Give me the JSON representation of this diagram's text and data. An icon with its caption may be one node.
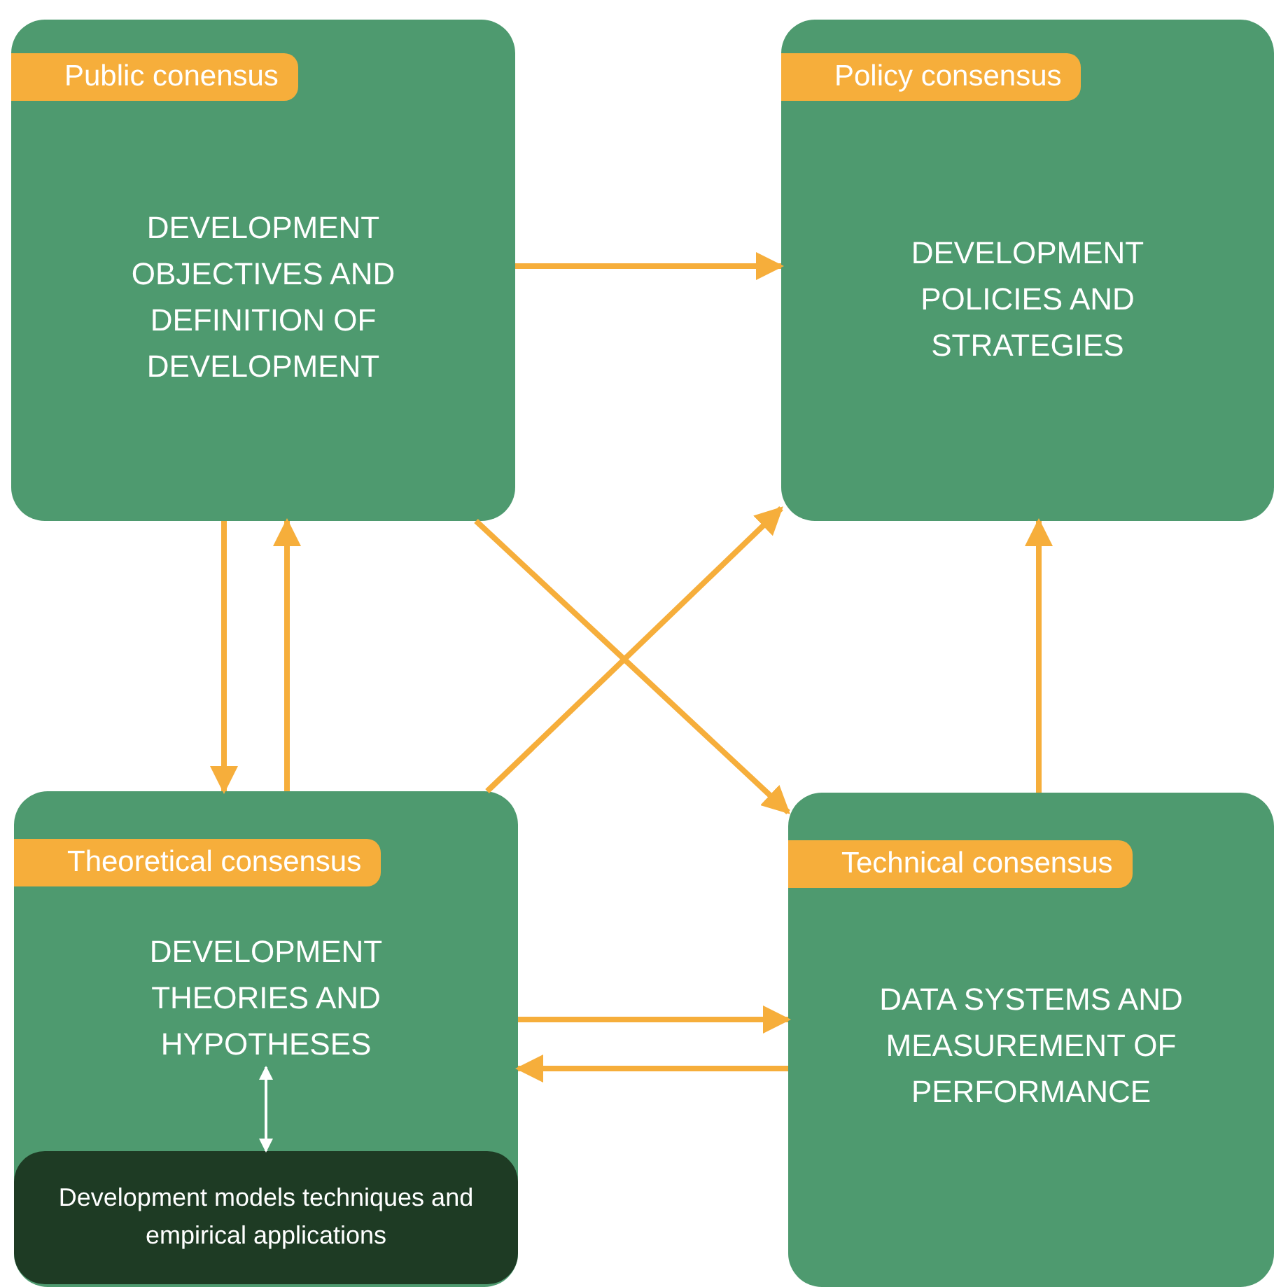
{
  "diagram": {
    "nodes": [
      {
        "text": [
          "Public conensus",
          "DEVELOPMENT OBJECTIVES AND DEFINITION OF DEVELOPMENT"
        ]
      },
      {
        "text": [
          "Policy consensus",
          "DEVELOPMENT POLICIES AND STRATEGIES"
        ]
      },
      {
        "text": [
          "Theoretical consensus"
        ]
      },
      {
        "text": [
          "DEVELOPMENT THEORIES AND HYPOTHESES"
        ],
        "in": 2
      },
      {
        "text": [
          "Development models techniques and empirical applications"
        ],
        "in": 2
      },
      {
        "text": [
          "Technical consensus",
          "DATA SYSTEMS AND MEASUREMENT OF PERFORMANCE"
        ]
      }
    ],
    "edges": [
      {
        "from": 0,
        "to": 1,
        "arrow": "to"
      },
      {
        "from": 0,
        "to": 2,
        "arrow": "to"
      },
      {
        "from": 2,
        "to": 0,
        "arrow": "to"
      },
      {
        "from": 0,
        "to": 5,
        "arrow": "to"
      },
      {
        "from": 2,
        "to": 1,
        "arrow": "to"
      },
      {
        "from": 5,
        "to": 1,
        "arrow": "to"
      },
      {
        "from": 2,
        "to": 5,
        "arrow": "to"
      },
      {
        "from": 5,
        "to": 2,
        "arrow": "to"
      },
      {
        "from": 3,
        "to": 4,
        "arrow": "both",
        "color": "#ffffff"
      }
    ]
  }
}
